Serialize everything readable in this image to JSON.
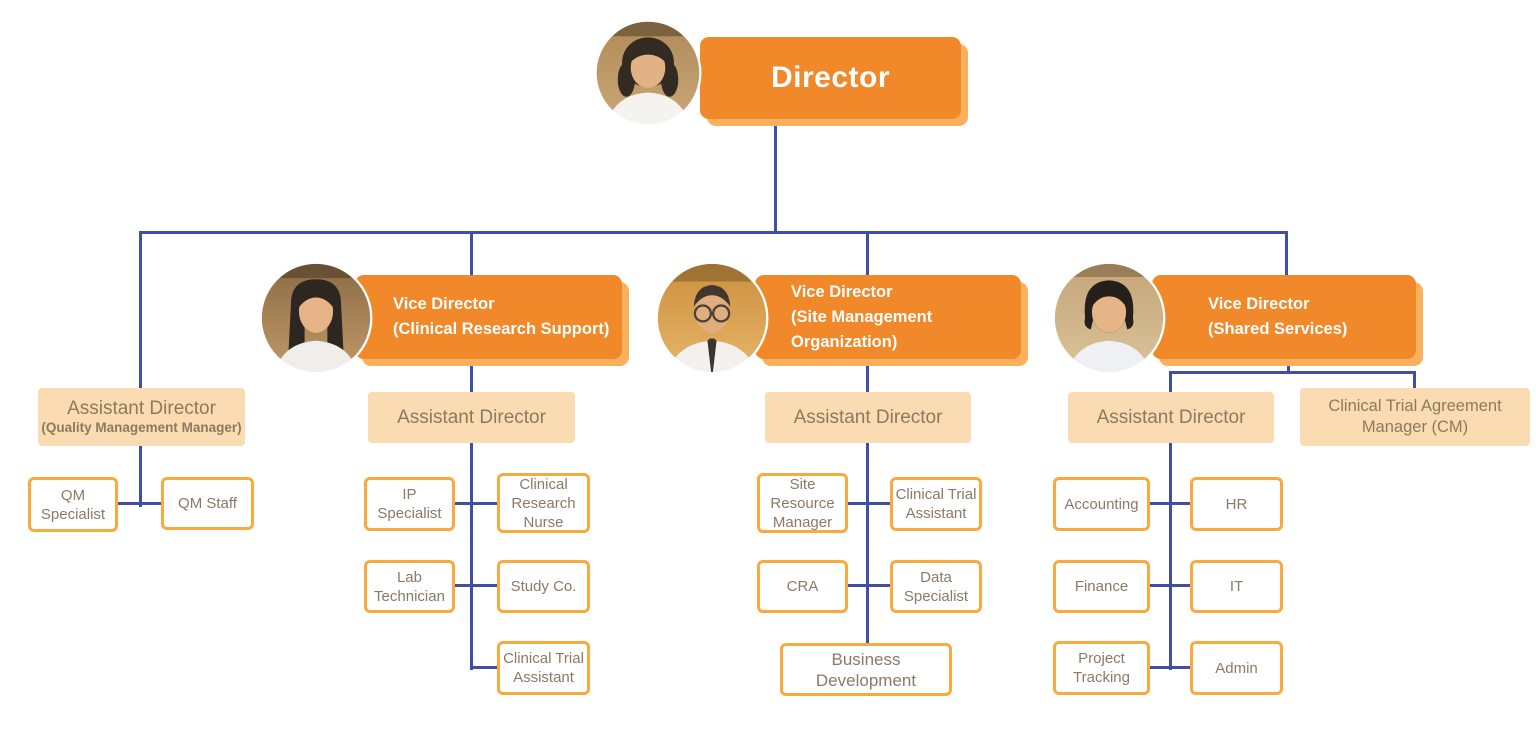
{
  "palette": {
    "node_orange": "#F1882A",
    "node_orange_shadow": "#FAB05C",
    "peach_fill": "#FBDCB2",
    "peach_text": "#8C7A5F",
    "leaf_border": "#F9A93E",
    "leaf_text": "#8A7A66",
    "connector_blue": "#3F4FA3",
    "director_text": "#FFFFFF"
  },
  "nodes": {
    "director": {
      "label": "Director"
    },
    "vd_crs": {
      "title": "Vice Director",
      "dept": "(Clinical Research Support)"
    },
    "vd_smo": {
      "title": "Vice Director",
      "dept": "(Site Management Organization)"
    },
    "vd_ss": {
      "title": "Vice Director",
      "dept": "(Shared Services)"
    },
    "ad_qm": {
      "title": "Assistant Director",
      "subtitle": "(Quality Management Manager)"
    },
    "ad_crs": {
      "title": "Assistant Director"
    },
    "ad_smo": {
      "title": "Assistant Director"
    },
    "ad_ss": {
      "title": "Assistant Director"
    },
    "cta_manager": {
      "label": "Clinical Trial Agreement\nManager (CM)"
    },
    "qm_specialist": {
      "label": "QM\nSpecialist"
    },
    "qm_staff": {
      "label": "QM Staff"
    },
    "ip_specialist": {
      "label": "IP\nSpecialist"
    },
    "clinical_research_nurse": {
      "label": "Clinical\nResearch\nNurse"
    },
    "lab_technician": {
      "label": "Lab\nTechnician"
    },
    "study_co": {
      "label": "Study Co."
    },
    "clinical_trial_assistant_crs": {
      "label": "Clinical Trial\nAssistant"
    },
    "site_resource_manager": {
      "label": "Site\nResource\nManager"
    },
    "clinical_trial_assistant_smo": {
      "label": "Clinical Trial\nAssistant"
    },
    "cra": {
      "label": "CRA"
    },
    "data_specialist": {
      "label": "Data\nSpecialist"
    },
    "business_development": {
      "label": "Business\nDevelopment"
    },
    "accounting": {
      "label": "Accounting"
    },
    "hr": {
      "label": "HR"
    },
    "finance": {
      "label": "Finance"
    },
    "it": {
      "label": "IT"
    },
    "project_tracking": {
      "label": "Project\nTracking"
    },
    "admin": {
      "label": "Admin"
    }
  },
  "photos": {
    "director": "woman-curly-hair-portrait",
    "vd_crs": "woman-long-hair-portrait",
    "vd_smo": "man-glasses-portrait",
    "vd_ss": "woman-short-hair-portrait"
  }
}
